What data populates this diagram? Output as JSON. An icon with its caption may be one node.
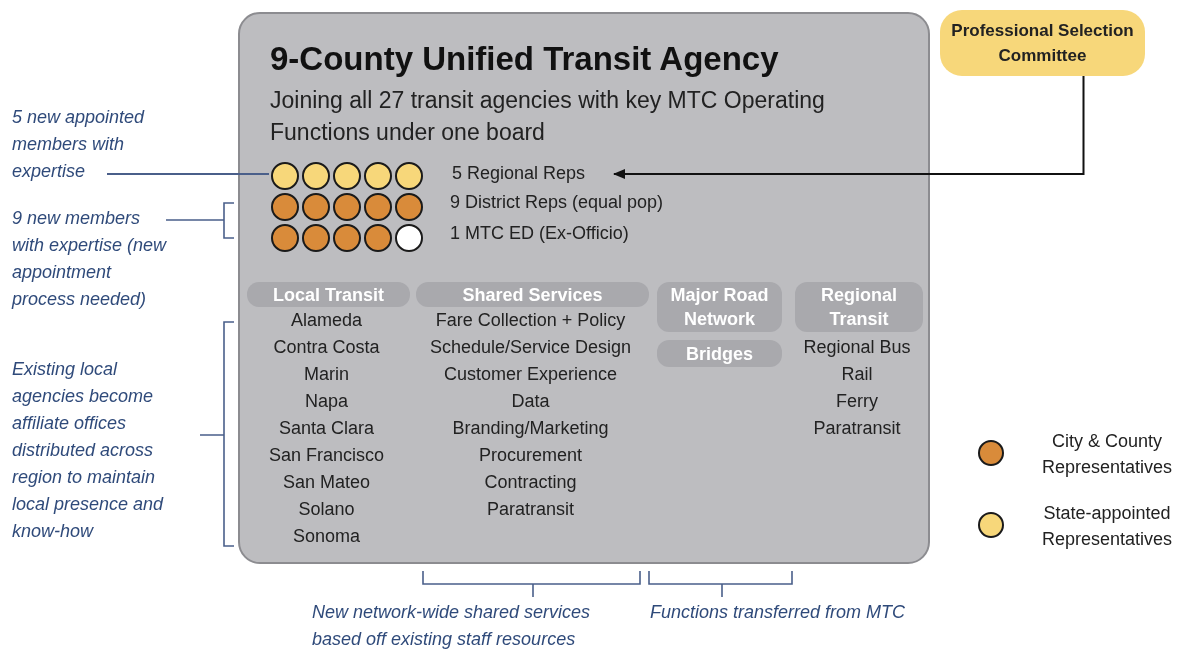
{
  "diagram": {
    "nodes": [
      {
        "text": [
          "9-County Unified Transit Agency",
          "Joining all 27 transit agencies with key MTC Operating Functions under one board"
        ]
      },
      {
        "text": [
          "Professional Selection Committee"
        ]
      },
      {
        "text": [
          "5 new appointed members with expertise"
        ]
      },
      {
        "text": [],
        "shape": "circle",
        "in": 0
      },
      {
        "text": [],
        "shape": "circle",
        "in": 0
      },
      {
        "text": [],
        "shape": "circle",
        "in": 0
      },
      {
        "text": [],
        "shape": "circle",
        "in": 0
      },
      {
        "text": [],
        "shape": "circle",
        "in": 0
      },
      {
        "text": [],
        "shape": "circle",
        "in": 0
      },
      {
        "text": [],
        "shape": "circle",
        "in": 0
      },
      {
        "text": [],
        "shape": "circle",
        "in": 0
      },
      {
        "text": [],
        "shape": "circle",
        "in": 0
      },
      {
        "text": [],
        "shape": "circle",
        "in": 0
      },
      {
        "text": [],
        "shape": "circle",
        "in": 0
      },
      {
        "text": [],
        "shape": "circle",
        "in": 0
      },
      {
        "text": [],
        "shape": "circle",
        "in": 0
      },
      {
        "text": [],
        "shape": "circle",
        "in": 0
      },
      {
        "text": [],
        "shape": "circle",
        "in": 0
      },
      {
        "text": [
          "5 Regional Reps"
        ],
        "in": 0
      },
      {
        "text": [
          "Local Transit"
        ],
        "in": 0
      },
      {
        "text": [
          "Shared Services"
        ],
        "in": 0
      },
      {
        "text": [
          "Major Road Network"
        ],
        "in": 0
      },
      {
        "text": [
          "Regional Transit"
        ],
        "in": 0
      },
      {
        "text": [
          "Bridges"
        ],
        "in": 0
      }
    ],
    "edges": [
      {
        "from": 1,
        "to": 18,
        "arrow": "to"
      },
      {
        "from": 2,
        "to": 3,
        "arrow": "none",
        "color": "#4a5f8a"
      }
    ],
    "labels": [
      "9 District Reps (equal pop)",
      "1 MTC ED (Ex-Officio)",
      "9 new members with expertise (new appointment process needed)",
      "Existing local agencies become affiliate offices distributed across region to maintain local presence and know-how",
      "Alameda",
      "Contra Costa",
      "Marin",
      "Napa",
      "Santa Clara",
      "San Francisco",
      "San Mateo",
      "Solano",
      "Sonoma",
      "Fare Collection + Policy",
      "Schedule/Service Design",
      "Customer Experience",
      "Data",
      "Branding/Marketing",
      "Procurement",
      "Contracting",
      "Paratransit",
      "Regional Bus",
      "Rail",
      "Ferry",
      "Paratransit",
      "New network-wide shared services based off existing staff resources",
      "Functions transferred from MTC"
    ],
    "legend": [
      {
        "text": "City & County Representatives",
        "color": "#d98b3a"
      },
      {
        "text": "State-appointed Representatives",
        "color": "#f7d77a"
      }
    ]
  }
}
